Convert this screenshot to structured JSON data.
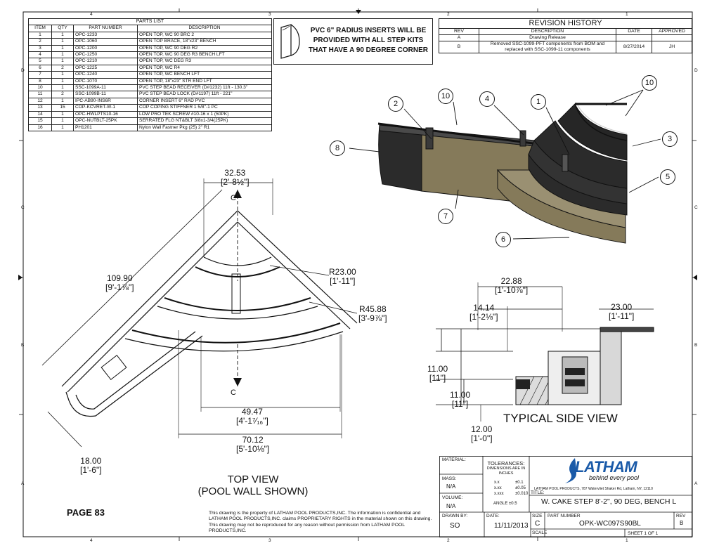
{
  "parts_list": {
    "title": "PARTS LIST",
    "headers": [
      "ITEM",
      "QTY",
      "PART NUMBER",
      "DESCRIPTION"
    ],
    "rows": [
      [
        "1",
        "1",
        "OPC-1233",
        "OPEN TOP, WC 90 BRC 2"
      ],
      [
        "2",
        "1",
        "OPC-1060",
        "OPEN TOP BRACE, 18\"x23\" BENCH"
      ],
      [
        "3",
        "1",
        "OPC-1200",
        "OPEN TOP, WC 90 DEG R2"
      ],
      [
        "4",
        "1",
        "OPC-1250",
        "OPEN TOP, WC 90 DEG R3 BENCH LFT"
      ],
      [
        "5",
        "1",
        "OPC-1210",
        "OPEN TOP, WC DEG R3"
      ],
      [
        "6",
        "2",
        "OPC-1225",
        "OPEN TOP, WC R4"
      ],
      [
        "7",
        "1",
        "OPC-1240",
        "OPEN TOP, WC BENCH LFT"
      ],
      [
        "8",
        "1",
        "OPC-1070",
        "OPEN TOP, 18\"x23\" STR END LFT"
      ],
      [
        "10",
        "1",
        "SSC-1099A-11",
        "PVC STEP BEAD RECEIVER (D#1232) 11ft - 130.3\""
      ],
      [
        "11",
        "2",
        "SSC-1099B-11",
        "PVC STEP BEAD LOCK (D#1197) 11ft - 221\""
      ],
      [
        "12",
        "1",
        "IPC-AB90-INS6R",
        "CORNER INSERT 6\" RAD PVC"
      ],
      [
        "13",
        "15",
        "COP-KCVRET-W-1",
        "COP COPING STIFFNER 1 5/8\"-1 PC"
      ],
      [
        "14",
        "1",
        "OPC-HWLPTS10-16",
        "LOW PRO TEK SCREW #10-16 x 1 (50PK)"
      ],
      [
        "15",
        "1",
        "OPC-NUTBLT-25PK",
        "SERRATED FLG NT&BLT 3/8x1-3/4(25PK)"
      ],
      [
        "16",
        "1",
        "PH1201",
        "Nylon Wall Fastner Pkg (25) 2\" R1"
      ]
    ]
  },
  "note": {
    "text": "PVC 6\" RADIUS INSERTS WILL BE PROVIDED WITH ALL STEP KITS THAT HAVE A 90 DEGREE CORNER"
  },
  "revision_history": {
    "title": "REVISION HISTORY",
    "headers": [
      "REV",
      "DESCRIPTION",
      "DATE",
      "APPROVED"
    ],
    "rows": [
      [
        "A",
        "Drawing Release",
        "",
        ""
      ],
      [
        "B",
        "Removed SSC-1099-PFT components from BOM and replaced with SSC-1099-11 components",
        "8/27/2014",
        "JH"
      ]
    ]
  },
  "border": {
    "top_numbers": [
      "4",
      "3",
      "2",
      "1"
    ],
    "side_letters": [
      "D",
      "C",
      "B",
      "A"
    ]
  },
  "balloons": [
    "1",
    "2",
    "3",
    "4",
    "5",
    "6",
    "7",
    "8",
    "10",
    "10"
  ],
  "top_view": {
    "title": "TOP VIEW",
    "subtitle": "(POOL WALL SHOWN)",
    "section_mark": "C",
    "dims": {
      "d1": {
        "v": "32.53",
        "i": "[2'-8½\"]"
      },
      "d2": {
        "v": "109.90",
        "i": "[9'-1⅞\"]"
      },
      "d3": {
        "v": "R23.00",
        "i": "[1'-11\"]"
      },
      "d4": {
        "v": "R45.88",
        "i": "[3'-9⅞\"]"
      },
      "d5": {
        "v": "49.47",
        "i": "[4'-1⁷⁄₁₆\"]"
      },
      "d6": {
        "v": "70.12",
        "i": "[5'-10⅛\"]"
      },
      "d7": {
        "v": "18.00",
        "i": "[1'-6\"]"
      }
    }
  },
  "side_view": {
    "title": "TYPICAL SIDE VIEW",
    "dims": {
      "s1": {
        "v": "22.88",
        "i": "[1'-10⅞\"]"
      },
      "s2": {
        "v": "14.14",
        "i": "[1'-2⅛\"]"
      },
      "s3": {
        "v": "23.00",
        "i": "[1'-11\"]"
      },
      "s4": {
        "v": "11.00",
        "i": "[11\"]"
      },
      "s5": {
        "v": "11.00",
        "i": "[11\"]"
      },
      "s6": {
        "v": "12.00",
        "i": "[1'-0\"]"
      }
    }
  },
  "page_label": "PAGE 83",
  "disclaimer": "This drawing is the property of LATHAM POOL PRODUCTS,INC. The information is confidential and LATHAM POOL PRODUCTS,INC. claims PROPRIETARY RIGHTS in the material shown on this drawing. This drawing may not be reproduced for any reason without permission from LATHAM POOL PRODUCTS,INC.",
  "title_block": {
    "material_label": "MATERIAL:",
    "mass_label": "MASS:",
    "mass_value": "N/A",
    "volume_label": "VOLUME:",
    "volume_value": "N/A",
    "tolerances_title": "TOLERANCES:",
    "tolerances_sub": "DIMENSIONS ARE IN INCHES",
    "tol_rows": [
      [
        "x.x",
        "±0.1"
      ],
      [
        "x.xx",
        "±0.05"
      ],
      [
        "x.xxx",
        "±0.010"
      ]
    ],
    "angle": "ANGLE ±0.5",
    "drawn_by_label": "DRAWN BY:",
    "drawn_by": "SO",
    "date_label": "DATE:",
    "date": "11/11/2013",
    "logo_text": "LATHAM",
    "logo_tagline": "behind every pool",
    "address": "LATHAM POOL PRODUCTS, 787 Watervliet Shaker Rd, Latham, NY, 12110",
    "title_label": "TITLE:",
    "title": "W. CAKE STEP 8'-2\", 90 DEG, BENCH L",
    "size_label": "SIZE",
    "size": "C",
    "part_number_label": "PART NUMBER",
    "part_number": "OPK-WC097S90BL",
    "rev_label": "REV",
    "rev": "B",
    "scale_label": "SCALE",
    "sheet": "SHEET 1  OF 1"
  },
  "colors": {
    "line": "#111111",
    "step_wall": "#2b2b2b",
    "bench_tan": "#857a5a",
    "logo_blue": "#1a5aa8"
  }
}
